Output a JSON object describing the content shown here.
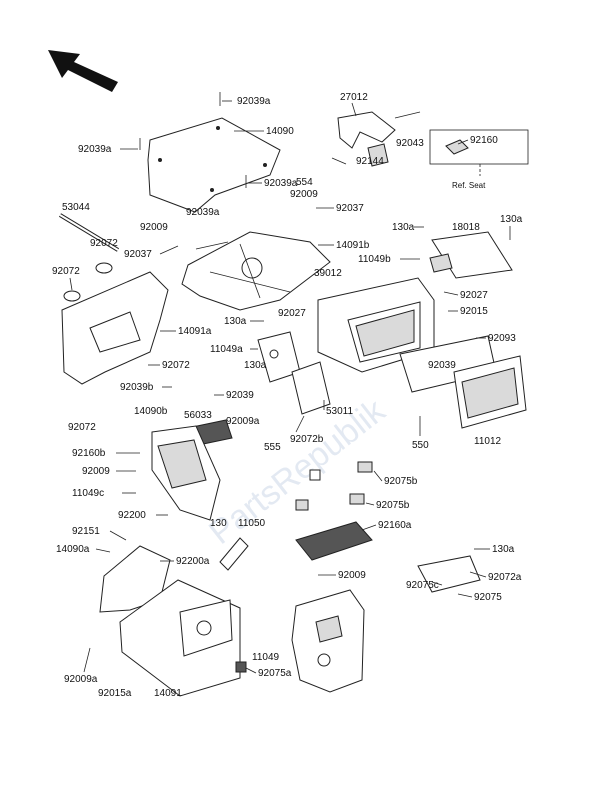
{
  "watermark": "PartsRepublik",
  "ref_seat": "Ref. Seat",
  "labels": [
    {
      "id": "l1",
      "text": "92039a"
    },
    {
      "id": "l2",
      "text": "14090"
    },
    {
      "id": "l3",
      "text": "92039a"
    },
    {
      "id": "l4",
      "text": "27012"
    },
    {
      "id": "l5",
      "text": "92043"
    },
    {
      "id": "l6",
      "text": "92160"
    },
    {
      "id": "l7",
      "text": "92144"
    },
    {
      "id": "l8",
      "text": "92039a"
    },
    {
      "id": "l9",
      "text": "554"
    },
    {
      "id": "l10",
      "text": "92009"
    },
    {
      "id": "l11",
      "text": "92037"
    },
    {
      "id": "l12",
      "text": "92039a"
    },
    {
      "id": "l13",
      "text": "53044"
    },
    {
      "id": "l14",
      "text": "92009"
    },
    {
      "id": "l15",
      "text": "92072"
    },
    {
      "id": "l16",
      "text": "92037"
    },
    {
      "id": "l17",
      "text": "14091b"
    },
    {
      "id": "l18",
      "text": "130a"
    },
    {
      "id": "l19",
      "text": "18018"
    },
    {
      "id": "l20",
      "text": "130a"
    },
    {
      "id": "l21",
      "text": "92072"
    },
    {
      "id": "l22",
      "text": "39012"
    },
    {
      "id": "l23",
      "text": "11049b"
    },
    {
      "id": "l24",
      "text": "92027"
    },
    {
      "id": "l25",
      "text": "130a"
    },
    {
      "id": "l26",
      "text": "92027"
    },
    {
      "id": "l27",
      "text": "92015"
    },
    {
      "id": "l28",
      "text": "14091a"
    },
    {
      "id": "l29",
      "text": "92093"
    },
    {
      "id": "l30",
      "text": "11049a"
    },
    {
      "id": "l31",
      "text": "92072"
    },
    {
      "id": "l32",
      "text": "130a"
    },
    {
      "id": "l33",
      "text": "92039"
    },
    {
      "id": "l34",
      "text": "92039b"
    },
    {
      "id": "l35",
      "text": "92039"
    },
    {
      "id": "l36",
      "text": "53011"
    },
    {
      "id": "l37",
      "text": "56033"
    },
    {
      "id": "l38",
      "text": "92072"
    },
    {
      "id": "l39",
      "text": "14090b"
    },
    {
      "id": "l40",
      "text": "92009a"
    },
    {
      "id": "l41",
      "text": "92072b"
    },
    {
      "id": "l42",
      "text": "92160b"
    },
    {
      "id": "l43",
      "text": "555"
    },
    {
      "id": "l44",
      "text": "550"
    },
    {
      "id": "l45",
      "text": "11012"
    },
    {
      "id": "l46",
      "text": "92009"
    },
    {
      "id": "l47",
      "text": "92075b"
    },
    {
      "id": "l48",
      "text": "11049c"
    },
    {
      "id": "l49",
      "text": "92075b"
    },
    {
      "id": "l50",
      "text": "92200"
    },
    {
      "id": "l51",
      "text": "92160a"
    },
    {
      "id": "l52",
      "text": "92151"
    },
    {
      "id": "l53",
      "text": "130"
    },
    {
      "id": "l54",
      "text": "11050"
    },
    {
      "id": "l55",
      "text": "14090a"
    },
    {
      "id": "l56",
      "text": "92200a"
    },
    {
      "id": "l57",
      "text": "130a"
    },
    {
      "id": "l58",
      "text": "92009"
    },
    {
      "id": "l59",
      "text": "92072a"
    },
    {
      "id": "l60",
      "text": "92075c"
    },
    {
      "id": "l61",
      "text": "92075"
    },
    {
      "id": "l62",
      "text": "11049"
    },
    {
      "id": "l63",
      "text": "92009a"
    },
    {
      "id": "l64",
      "text": "92075a"
    },
    {
      "id": "l65",
      "text": "92015a"
    },
    {
      "id": "l66",
      "text": "14091"
    }
  ]
}
